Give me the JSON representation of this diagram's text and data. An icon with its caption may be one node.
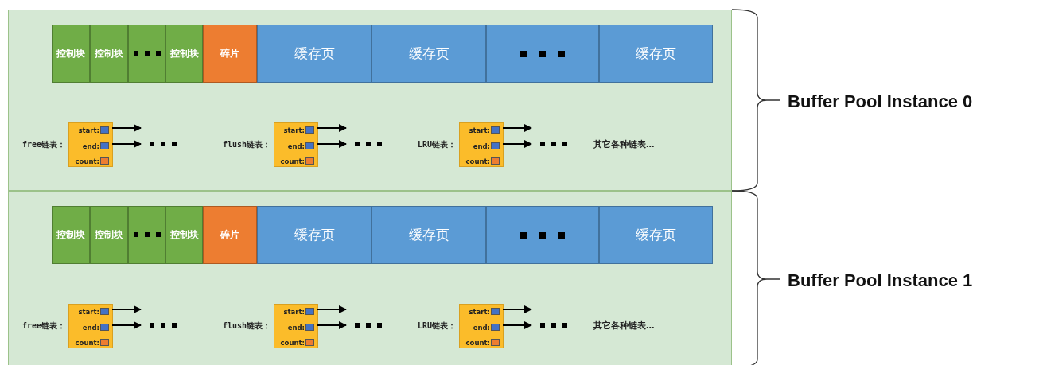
{
  "diagram": {
    "nodes": [
      {
        "text": [],
        "shape": "box",
        "beside": [
          "Buffer Pool Instance 0"
        ]
      },
      {
        "text": [
          "控制块"
        ],
        "in": 0
      },
      {
        "text": [
          "控制块"
        ],
        "in": 0
      },
      {
        "text": [],
        "shape": "box",
        "in": 0
      },
      {
        "text": [
          "控制块"
        ],
        "in": 0
      },
      {
        "text": [
          "碎片"
        ],
        "in": 0
      },
      {
        "text": [
          "缓存页"
        ],
        "in": 0
      },
      {
        "text": [
          "缓存页"
        ],
        "in": 0
      },
      {
        "text": [],
        "shape": "box",
        "in": 0
      },
      {
        "text": [
          "缓存页"
        ],
        "in": 0
      },
      {
        "text": [
          "start:",
          "end:",
          "count:"
        ],
        "in": 0,
        "beside": [
          "free链表："
        ]
      },
      {
        "text": [
          "start:",
          "end:",
          "count:"
        ],
        "in": 0,
        "beside": [
          "flush链表："
        ]
      },
      {
        "text": [
          "start:",
          "end:",
          "count:"
        ],
        "in": 0,
        "beside": [
          "LRU链表："
        ]
      },
      {
        "text": [],
        "shape": "box",
        "beside": [
          "Buffer Pool Instance 1"
        ]
      },
      {
        "text": [
          "控制块"
        ],
        "in": 13
      },
      {
        "text": [
          "控制块"
        ],
        "in": 13
      },
      {
        "text": [],
        "shape": "box",
        "in": 13
      },
      {
        "text": [
          "控制块"
        ],
        "in": 13
      },
      {
        "text": [
          "碎片"
        ],
        "in": 13
      },
      {
        "text": [
          "缓存页"
        ],
        "in": 13
      },
      {
        "text": [
          "缓存页"
        ],
        "in": 13
      },
      {
        "text": [],
        "shape": "box",
        "in": 13
      },
      {
        "text": [
          "缓存页"
        ],
        "in": 13
      },
      {
        "text": [
          "start:",
          "end:",
          "count:"
        ],
        "in": 13,
        "beside": [
          "free链表："
        ]
      },
      {
        "text": [
          "start:",
          "end:",
          "count:"
        ],
        "in": 13,
        "beside": [
          "flush链表："
        ]
      },
      {
        "text": [
          "start:",
          "end:",
          "count:"
        ],
        "in": 13,
        "beside": [
          "LRU链表："
        ]
      }
    ],
    "edges": [
      {
        "from": 10,
        "to": null,
        "arrow": "to"
      },
      {
        "from": 10,
        "to": null,
        "arrow": "to"
      },
      {
        "from": 11,
        "to": null,
        "arrow": "to"
      },
      {
        "from": 11,
        "to": null,
        "arrow": "to"
      },
      {
        "from": 12,
        "to": null,
        "arrow": "to"
      },
      {
        "from": 12,
        "to": null,
        "arrow": "to"
      },
      {
        "from": 23,
        "to": null,
        "arrow": "to"
      },
      {
        "from": 23,
        "to": null,
        "arrow": "to"
      },
      {
        "from": 24,
        "to": null,
        "arrow": "to"
      },
      {
        "from": 24,
        "to": null,
        "arrow": "to"
      },
      {
        "from": 25,
        "to": null,
        "arrow": "to"
      },
      {
        "from": 25,
        "to": null,
        "arrow": "to"
      }
    ],
    "labels": [
      "其它各种链表…",
      "其它各种链表…"
    ]
  }
}
